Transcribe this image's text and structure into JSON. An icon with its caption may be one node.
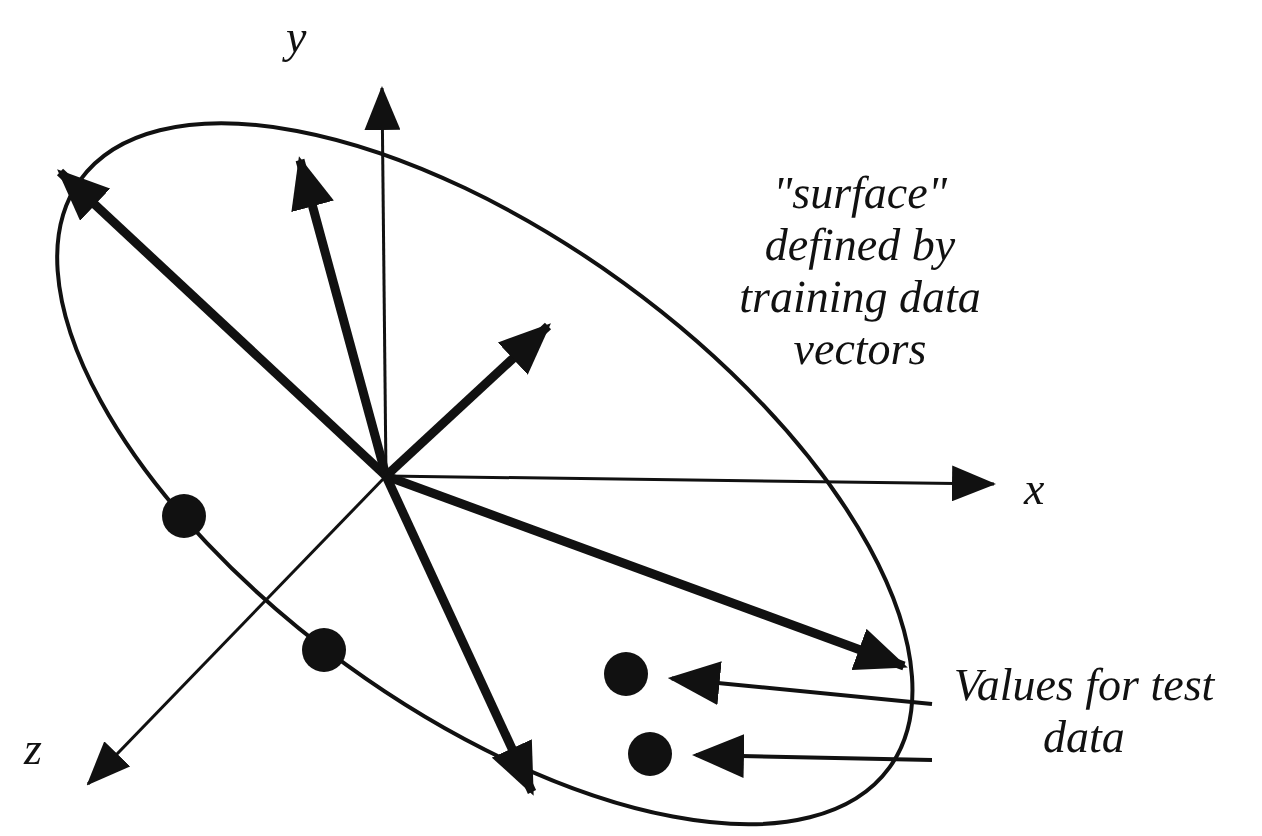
{
  "diagram": {
    "nodes": [
      {
        "text": [
          "Values for test data"
        ]
      },
      {
        "text": [],
        "shape": "circle"
      },
      {
        "text": [],
        "shape": "circle"
      },
      {
        "text": [],
        "shape": "circle"
      },
      {
        "text": [],
        "shape": "circle"
      }
    ],
    "edges": [
      {
        "from": 0,
        "to": 3,
        "arrow": "to"
      },
      {
        "from": 0,
        "to": 4,
        "arrow": "to"
      }
    ],
    "labels": [
      "y",
      "\"surface\" defined by training data vectors",
      "x",
      "z"
    ]
  }
}
